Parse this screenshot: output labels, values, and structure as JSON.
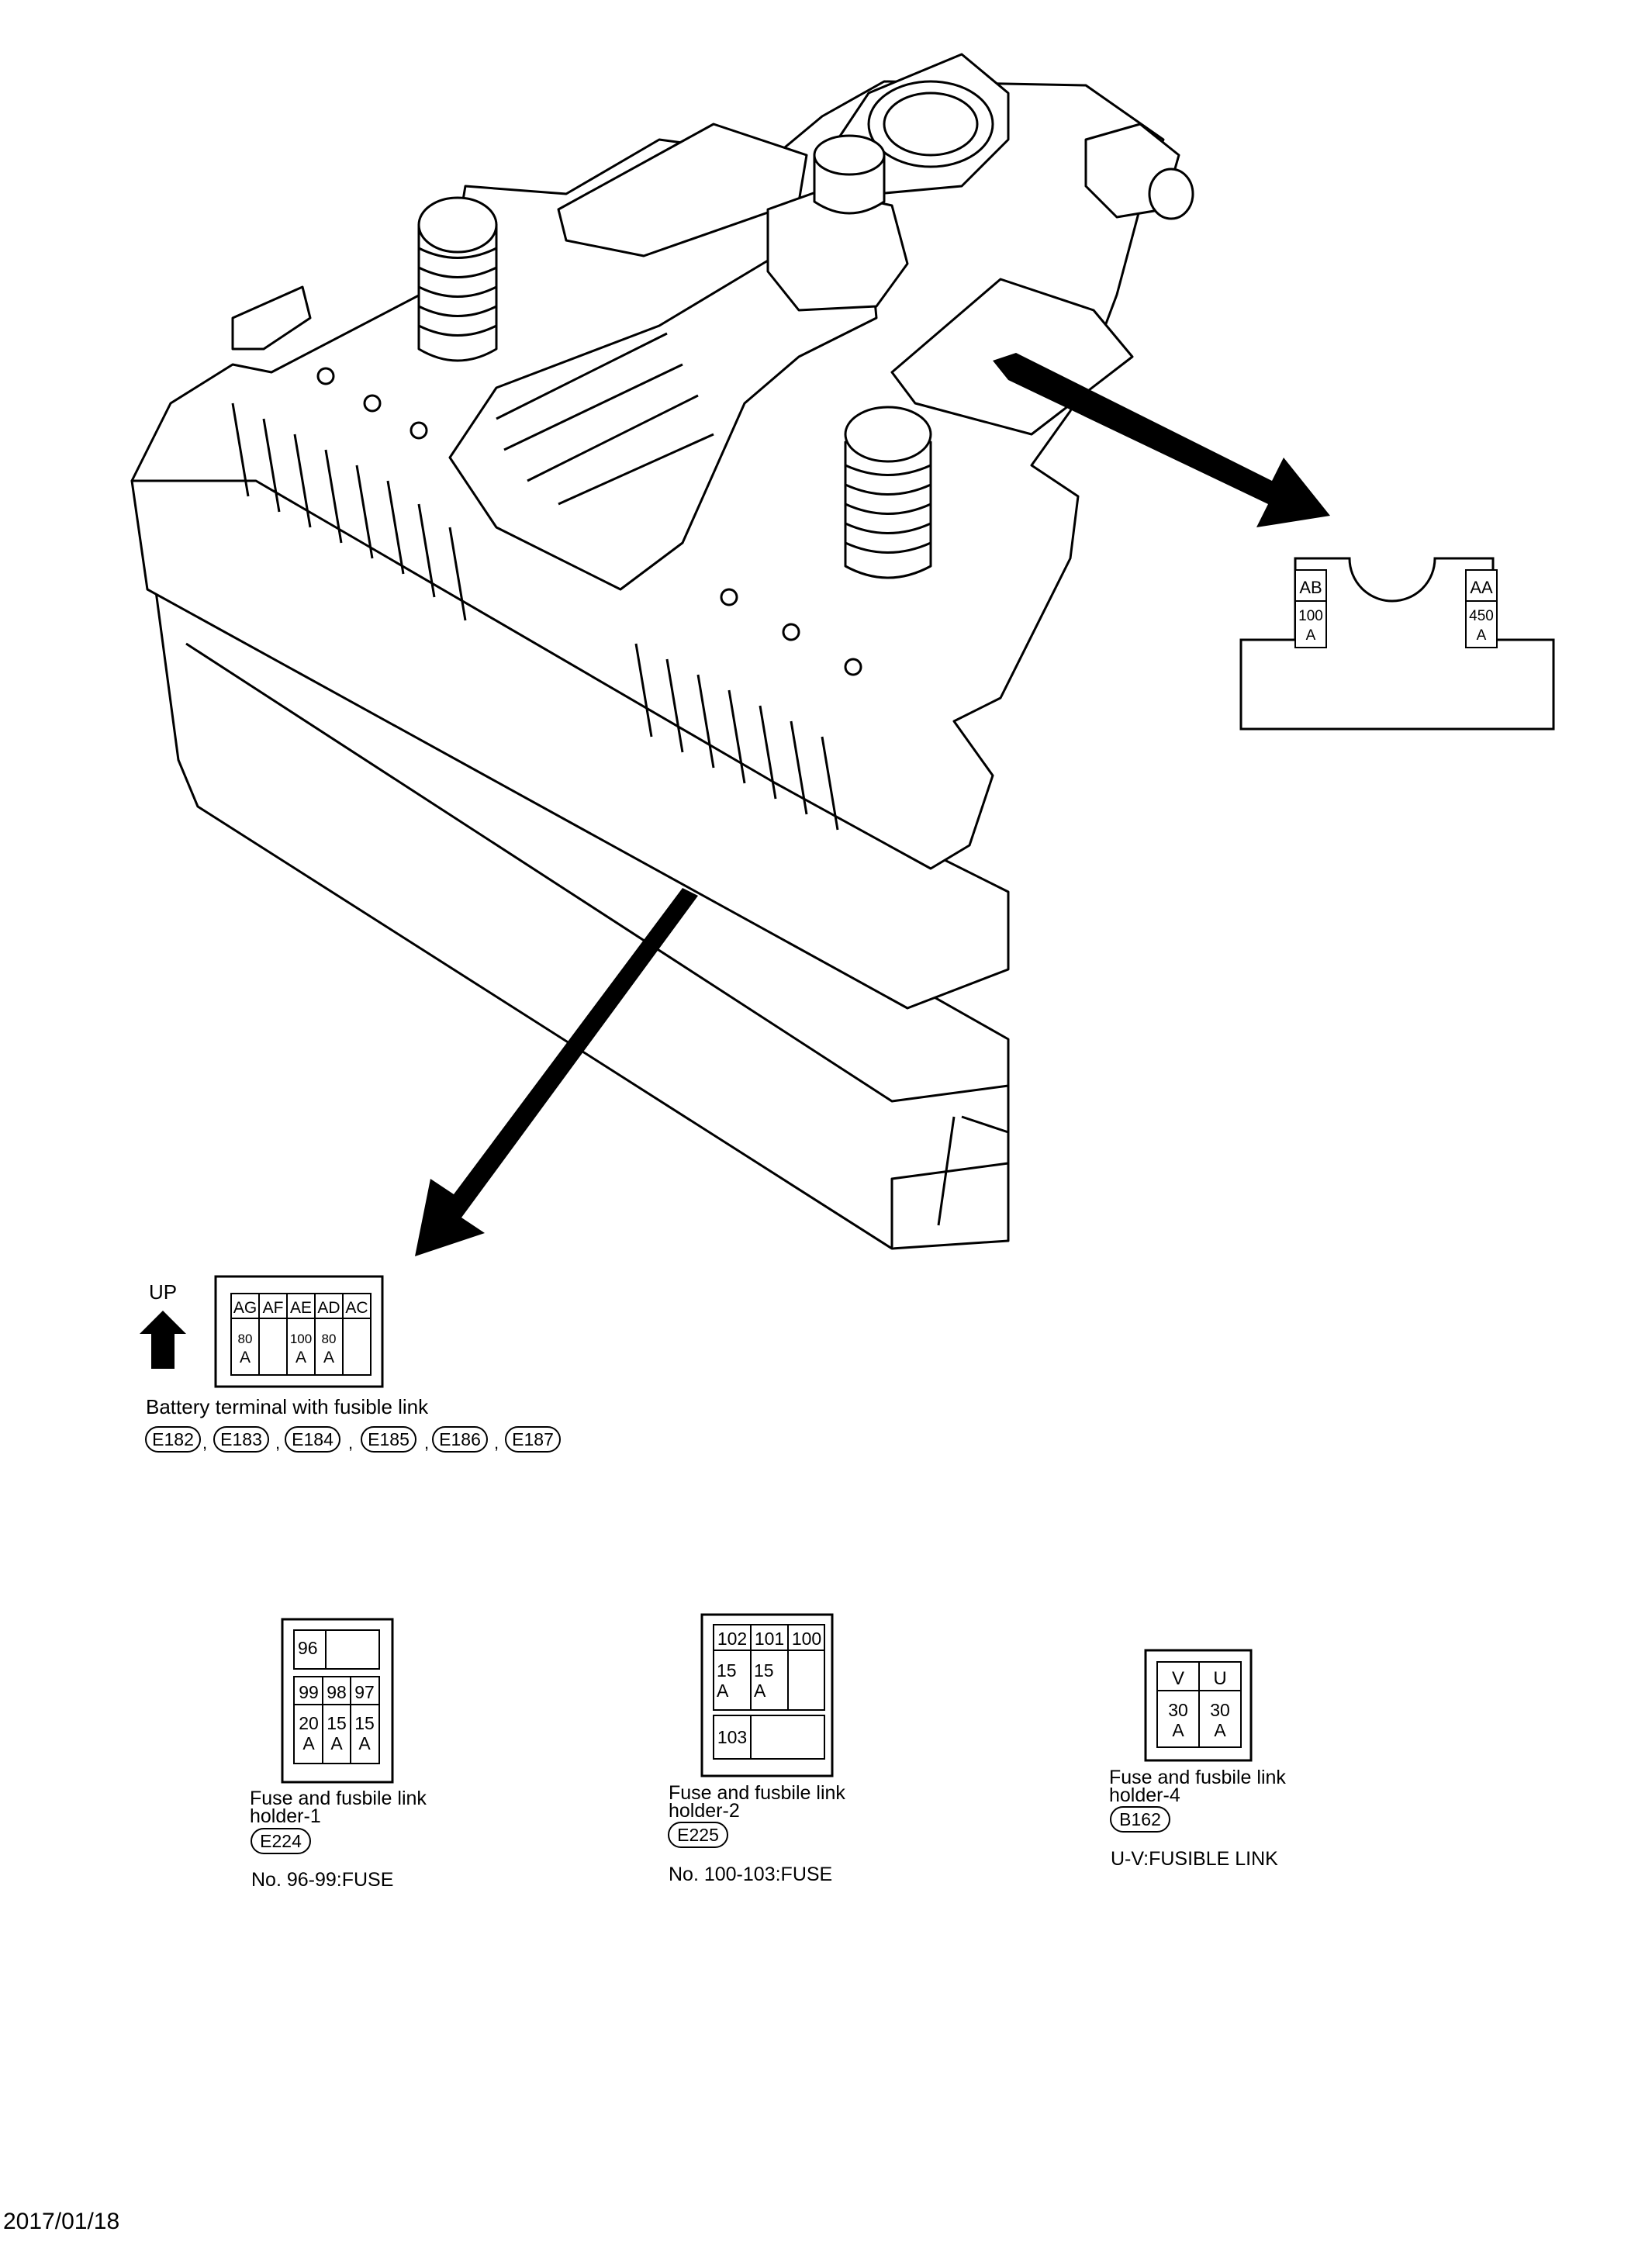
{
  "top_right_box": {
    "cells": [
      {
        "code": "AB",
        "rating": [
          "100",
          "A"
        ]
      },
      {
        "code": "AA",
        "rating": [
          "450",
          "A"
        ]
      }
    ]
  },
  "battery_terminal": {
    "up_label": "UP",
    "columns": [
      {
        "code": "AG",
        "rating": [
          "80",
          "A"
        ]
      },
      {
        "code": "AF",
        "rating": []
      },
      {
        "code": "AE",
        "rating": [
          "100",
          "A"
        ]
      },
      {
        "code": "AD",
        "rating": [
          "80",
          "A"
        ]
      },
      {
        "code": "AC",
        "rating": []
      }
    ],
    "title": "Battery terminal with fusible link",
    "connectors": [
      "E182",
      "E183",
      "E184",
      "E185",
      "E186",
      "E187"
    ],
    "separator": ","
  },
  "holder1": {
    "top_cell": "96",
    "columns": [
      {
        "code": "99",
        "rating": [
          "20",
          "A"
        ]
      },
      {
        "code": "98",
        "rating": [
          "15",
          "A"
        ]
      },
      {
        "code": "97",
        "rating": [
          "15",
          "A"
        ]
      }
    ],
    "title_lines": [
      "Fuse and fusbile link",
      "holder-1"
    ],
    "connector": "E224",
    "note": "No. 96-99:FUSE"
  },
  "holder2": {
    "columns": [
      {
        "code": "102",
        "rating": [
          "15",
          "A"
        ]
      },
      {
        "code": "101",
        "rating": [
          "15",
          "A"
        ]
      },
      {
        "code": "100",
        "rating": []
      }
    ],
    "bottom_cell": "103",
    "title_lines": [
      "Fuse and fusbile link",
      "holder-2"
    ],
    "connector": "E225",
    "note": "No. 100-103:FUSE"
  },
  "holder4": {
    "columns": [
      {
        "code": "V",
        "rating": [
          "30",
          "A"
        ]
      },
      {
        "code": "U",
        "rating": [
          "30",
          "A"
        ]
      }
    ],
    "title_lines": [
      "Fuse and fusbile link",
      "holder-4"
    ],
    "connector": "B162",
    "note": "U-V:FUSIBLE LINK"
  },
  "footer": {
    "date": "2017/01/18"
  }
}
